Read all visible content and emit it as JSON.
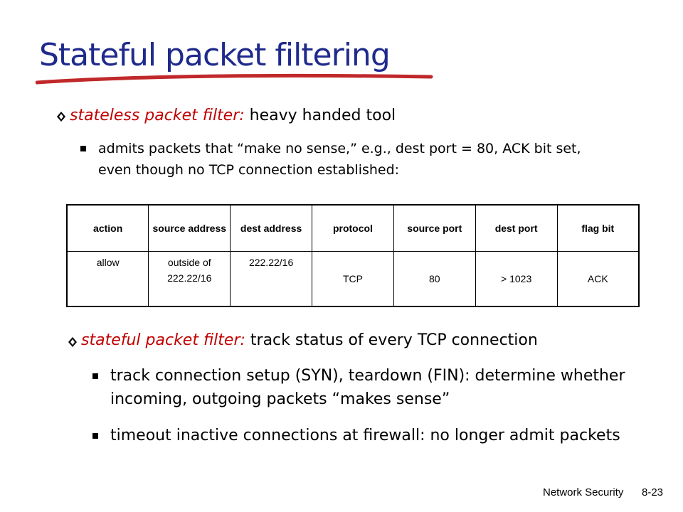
{
  "slide": {
    "title": "Stateful packet filtering",
    "accent_color": "#c0282a",
    "title_color": "#1f2a8c"
  },
  "bullet1": {
    "lead": "stateless packet filter:",
    "text": " heavy handed tool",
    "sub1": "admits packets that “make no sense,” e.g., dest port = 80, ACK bit set, even though no TCP connection established:"
  },
  "table": {
    "headers": [
      "action",
      "source address",
      "dest address",
      "protocol",
      "source port",
      "dest port",
      "flag bit"
    ],
    "row": [
      "allow",
      "outside of 222.22/16",
      "222.22/16",
      "TCP",
      "80",
      "> 1023",
      "ACK"
    ]
  },
  "bullet2": {
    "lead": "stateful packet filter:",
    "text": " track status of every TCP connection",
    "sub1": "track connection setup (SYN), teardown (FIN): determine whether incoming, outgoing packets “makes sense”",
    "sub2": "timeout inactive connections at firewall: no longer admit packets"
  },
  "footer": {
    "section": "Network Security",
    "page": "8-23"
  }
}
